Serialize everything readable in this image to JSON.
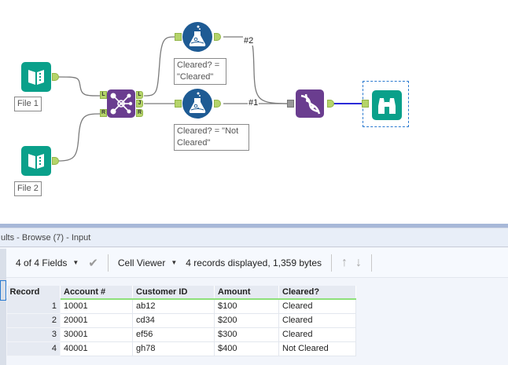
{
  "canvas": {
    "tools": [
      {
        "id": "input-1",
        "type": "input-data",
        "label": "File 1"
      },
      {
        "id": "input-2",
        "type": "input-data",
        "label": "File 2"
      },
      {
        "id": "join",
        "type": "join",
        "input_anchors": [
          "L",
          "R"
        ],
        "output_anchors": [
          "L",
          "J",
          "R"
        ]
      },
      {
        "id": "formula-1",
        "type": "formula",
        "annotation": "Cleared? = \"Cleared\""
      },
      {
        "id": "formula-2",
        "type": "formula",
        "annotation": "Cleared? = \"Not Cleared\""
      },
      {
        "id": "union",
        "type": "union"
      },
      {
        "id": "browse",
        "type": "browse",
        "selected": true
      }
    ],
    "wire_labels": {
      "upper": "#2",
      "lower": "#1"
    },
    "colors": {
      "input": "#0aa08a",
      "join": "#6a3d8f",
      "formula": "#1e5b94",
      "union": "#6a3d8f",
      "browse": "#0aa08a",
      "anchor": "#b5d46a",
      "selected_wire": "#2b2bd8"
    }
  },
  "results": {
    "title": "ults - Browse (7) - Input",
    "toolbar": {
      "fields_label": "4 of 4 Fields",
      "viewer_label": "Cell Viewer",
      "records_info": "4 records displayed, 1,359 bytes"
    },
    "table": {
      "columns": [
        "Record",
        "Account #",
        "Customer ID",
        "Amount",
        "Cleared?"
      ],
      "rows": [
        [
          "1",
          "10001",
          "ab12",
          "$100",
          "Cleared"
        ],
        [
          "2",
          "20001",
          "cd34",
          "$200",
          "Cleared"
        ],
        [
          "3",
          "30001",
          "ef56",
          "$300",
          "Cleared"
        ],
        [
          "4",
          "40001",
          "gh78",
          "$400",
          "Not Cleared"
        ]
      ]
    }
  }
}
